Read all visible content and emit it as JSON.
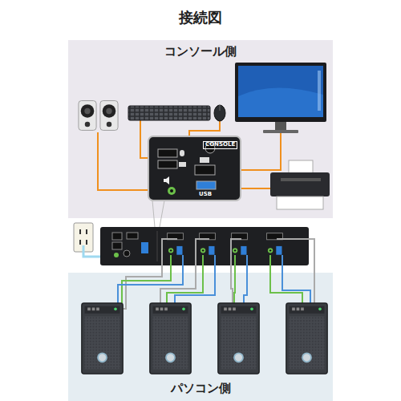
{
  "diagram": {
    "title": "接続図",
    "nodes": [
      {
        "text": [
          "コンソール側"
        ]
      },
      {
        "text": [
          "CONSOLE",
          "USB"
        ],
        "in": 0
      },
      {
        "text": [
          "パソコン側"
        ]
      }
    ]
  }
}
